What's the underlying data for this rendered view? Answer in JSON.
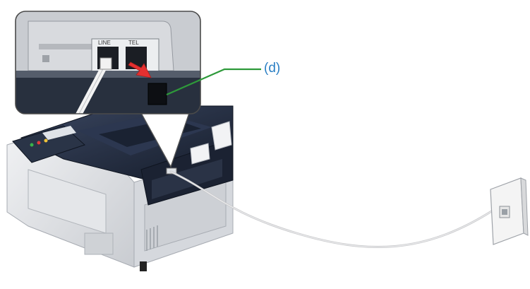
{
  "callout": {
    "label": "(d)",
    "color": "#2a7fc4",
    "leader_color": "#2e9a3a"
  },
  "inset": {
    "port_labels": {
      "line": "LINE",
      "tel": "TEL"
    },
    "arrow_color": "#e53030"
  },
  "colors": {
    "printer_body": "#e9eaec",
    "printer_top": "#1f2a3c",
    "cable": "#cfd0d2",
    "wall_plate": "#f3f3f3"
  }
}
